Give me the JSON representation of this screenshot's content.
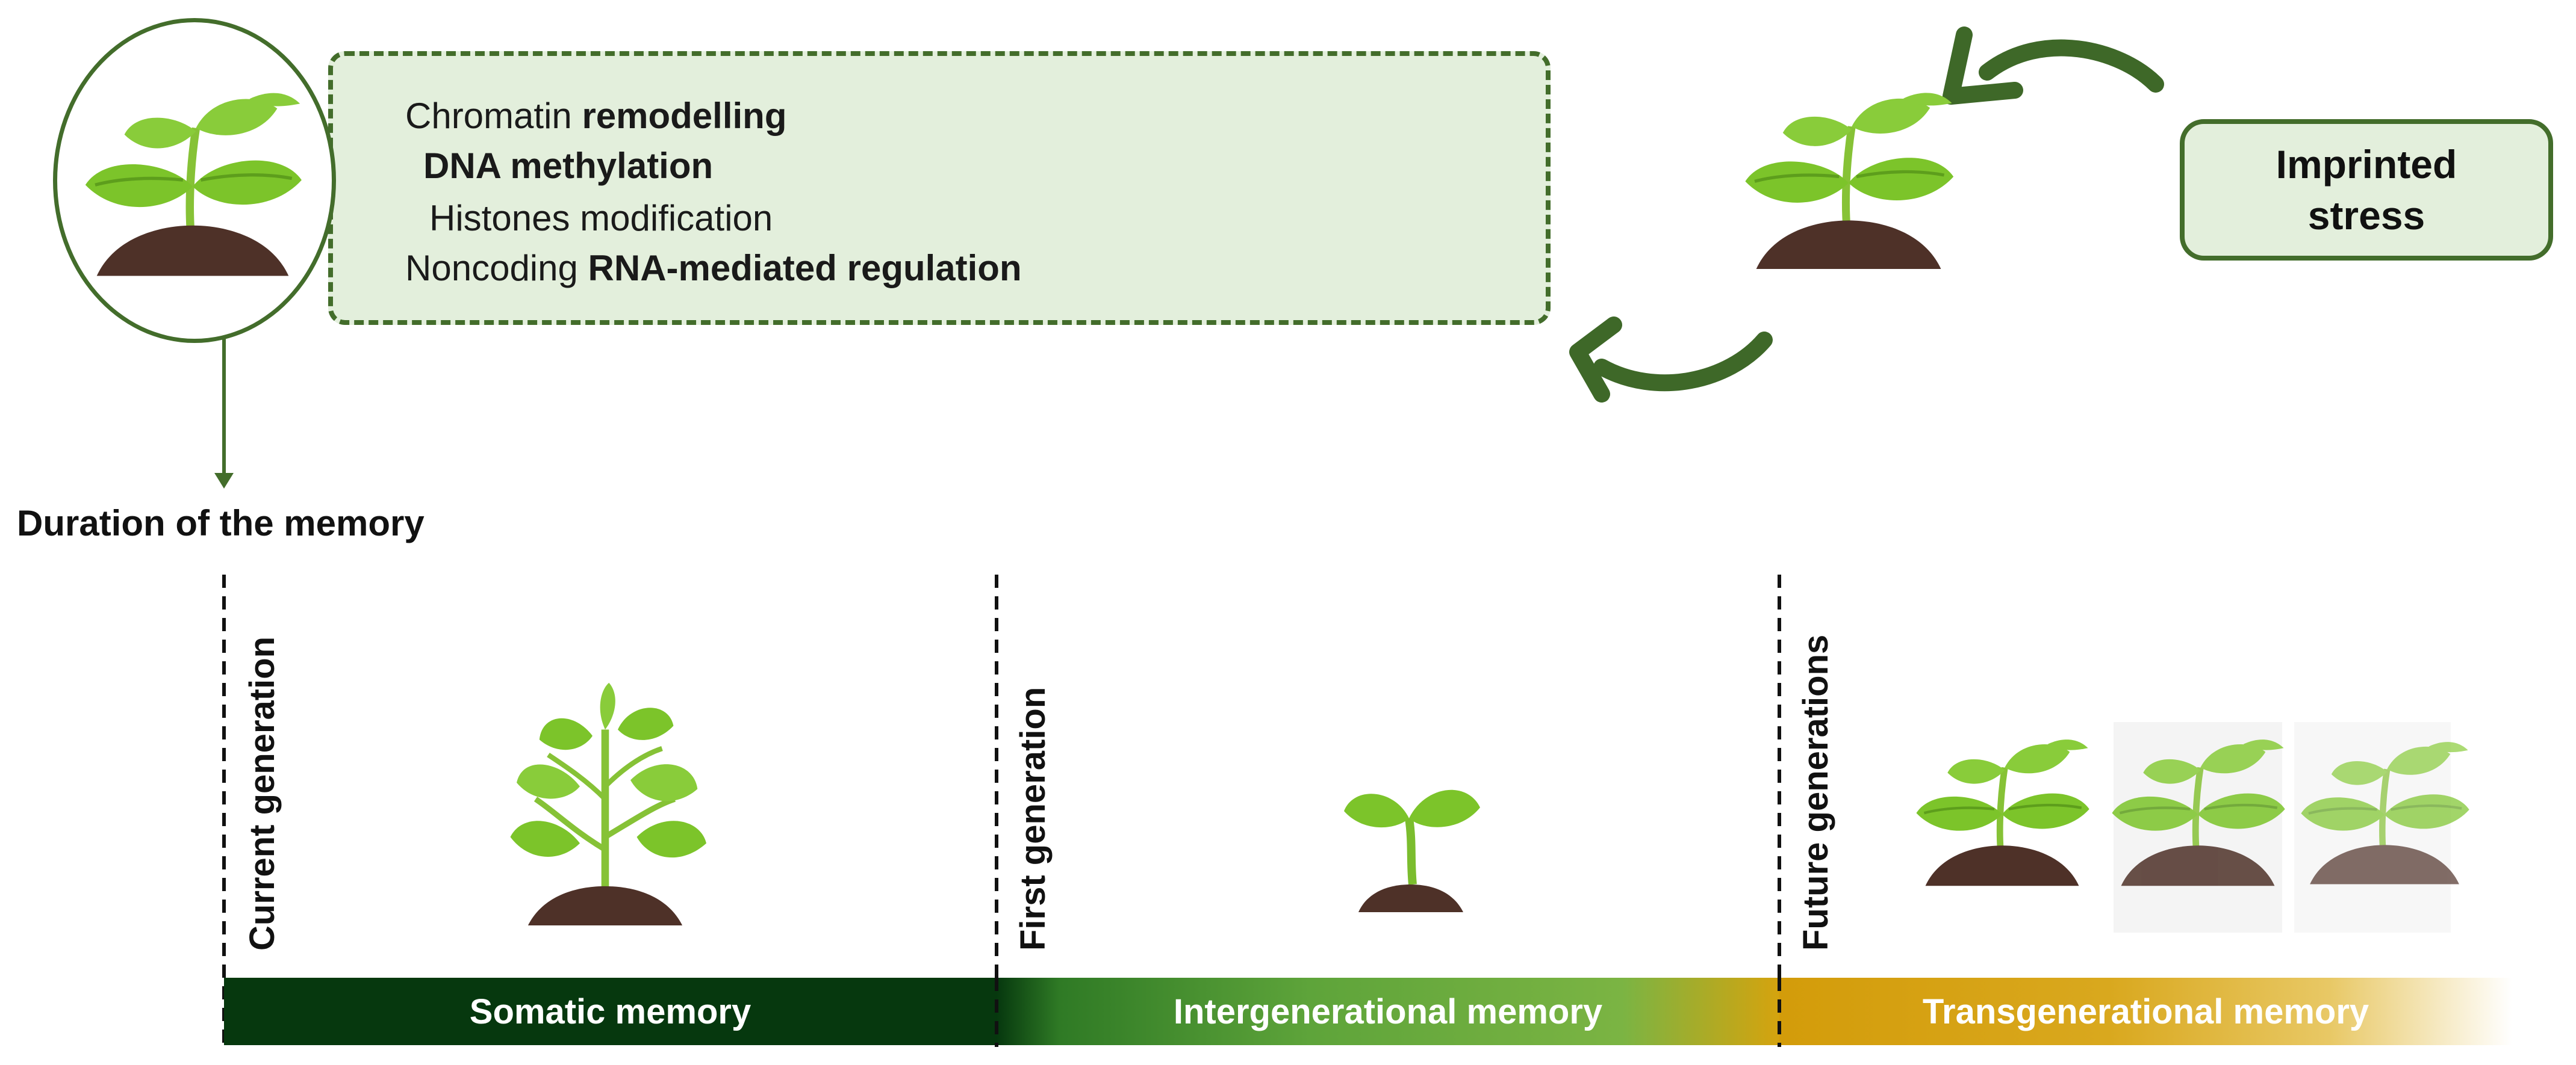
{
  "mechanisms": {
    "line1_a": "Chromatin ",
    "line1_b": "remodelling",
    "line2": "DNA methylation",
    "line3": "Histones modification",
    "line4_a": "Noncoding ",
    "line4_b": "RNA-mediated regulation"
  },
  "imprinted": {
    "line1": "Imprinted",
    "line2": "stress"
  },
  "duration_label": "Duration of the memory",
  "generations": {
    "current": "Current generation",
    "first": "First generation",
    "future": "Future generations"
  },
  "memory_bar": {
    "somatic": "Somatic memory",
    "intergenerational": "Intergenerational memory",
    "transgenerational": "Transgenerational memory"
  },
  "colors": {
    "accent_green": "#436d2b",
    "box_fill": "#e3efdc",
    "somatic": "#06380e",
    "intergenerational": "#6aad3d",
    "transgenerational": "#d39c0a",
    "leaf": "#7cc42a",
    "soil": "#4e3128"
  }
}
